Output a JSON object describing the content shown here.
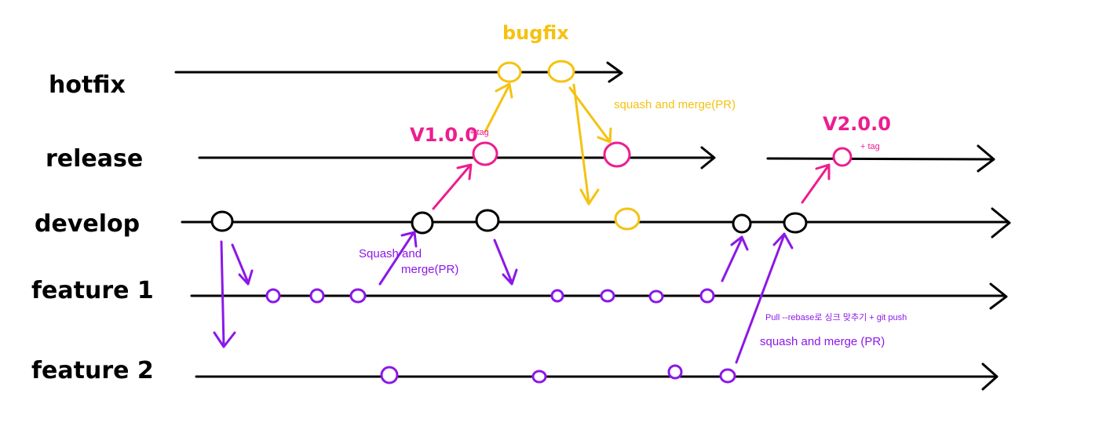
{
  "colors": {
    "line": "#000000",
    "hotfix": "#f5c211",
    "release": "#ec1e8f",
    "feature": "#8b18e8"
  },
  "branches": {
    "hotfix": "hotfix",
    "release": "release",
    "develop": "develop",
    "feature1": "feature 1",
    "feature2": "feature 2"
  },
  "labels": {
    "bugfix": "bugfix",
    "v100": "V1.0.0",
    "v100_tag": "+ tag",
    "v200": "V2.0.0",
    "v200_tag": "+ tag",
    "squash_merge_pr_hotfix": "squash and merge(PR)",
    "squash_merge_pr_f1_line1": "Squash and",
    "squash_merge_pr_f1_line2": "merge(PR)",
    "pull_rebase": "Pull  --rebase로 싱크 맞추기 + git push",
    "squash_merge_pr_f2": "squash and merge (PR)"
  }
}
